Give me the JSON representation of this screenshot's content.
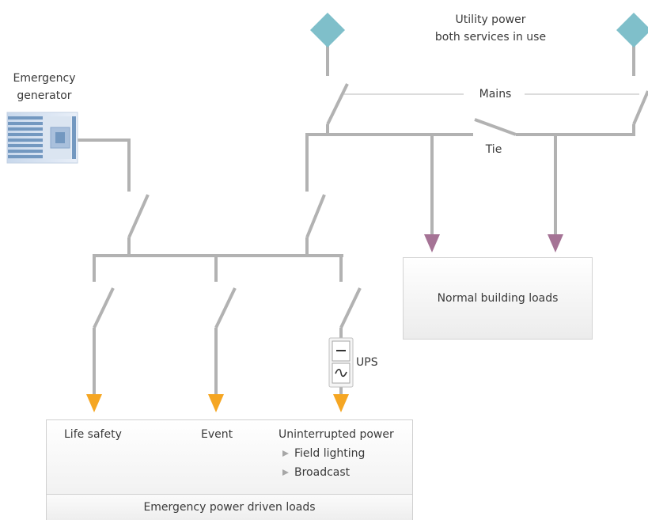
{
  "labels": {
    "utility_line1": "Utility power",
    "utility_line2": "both services in use",
    "emergency_line1": "Emergency",
    "emergency_line2": "generator",
    "mains": "Mains",
    "tie": "Tie",
    "normal_loads": "Normal building loads",
    "ups": "UPS",
    "life_safety": "Life safety",
    "event": "Event",
    "uninterrupted": "Uninterrupted power",
    "field_lighting": "Field lighting",
    "broadcast": "Broadcast",
    "emergency_loads": "Emergency power driven loads"
  },
  "colors": {
    "line": "#b2b2b2",
    "utility_diamond": "#7fbfca",
    "emergency_arrow": "#f5a623",
    "normal_arrow": "#a57395",
    "generator_blue": "#7398c0"
  },
  "icons": {
    "utility_source": "diamond-icon",
    "generator": "generator-icon",
    "ups_dc": "dc-minus-icon",
    "ups_ac": "ac-sine-icon"
  }
}
